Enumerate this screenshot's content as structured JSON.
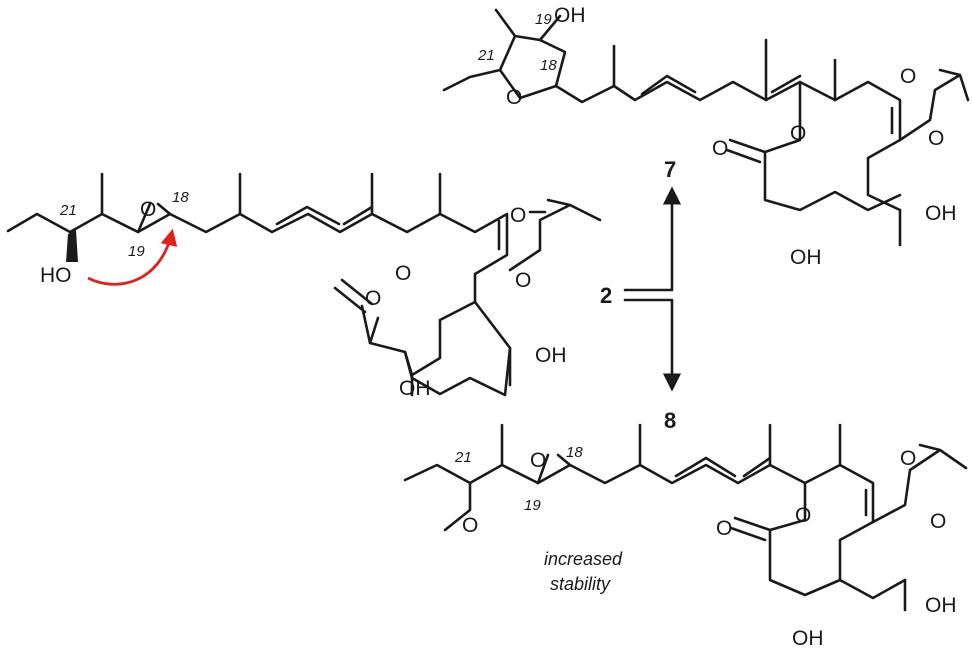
{
  "compounds": {
    "left": {
      "id": "2"
    },
    "top": {
      "id": "7"
    },
    "bottom": {
      "id": "8"
    }
  },
  "atom_labels": {
    "hydroxyl": "OH",
    "ho": "HO",
    "oxygen": "O",
    "methoxy_o": "O"
  },
  "carbon_numbers": {
    "c18": "18",
    "c19": "19",
    "c21": "21"
  },
  "note": {
    "line1": "increased",
    "line2": "stability"
  },
  "colors": {
    "ink": "#1a1a1a",
    "curved_arrow": "#e0201b"
  }
}
